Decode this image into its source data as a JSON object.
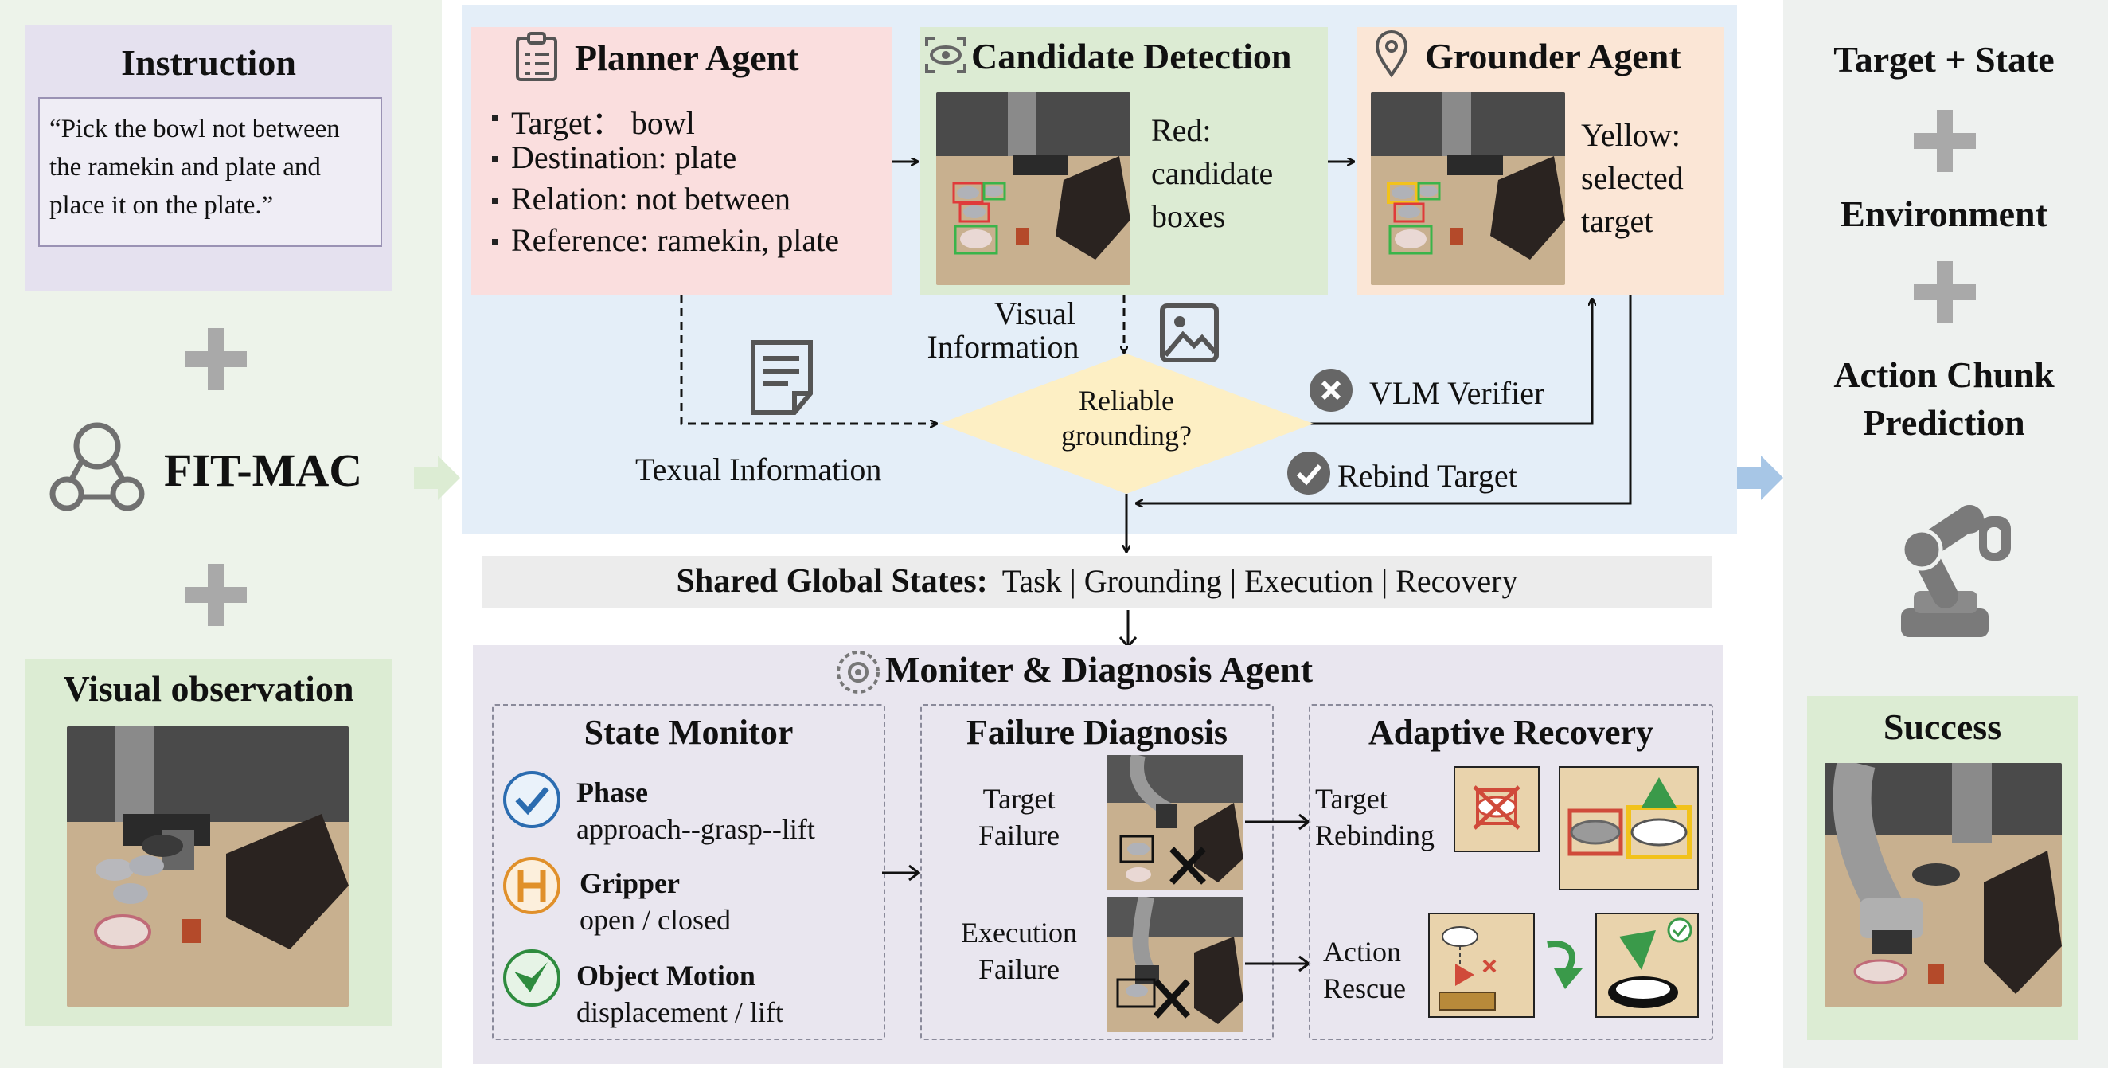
{
  "left": {
    "instruction_title": "Instruction",
    "instruction_text": [
      "“Pick the bowl not between",
      "the ramekin and plate and",
      "place it on the plate.”"
    ],
    "brand": "FIT-MAC",
    "visual_title": "Visual observation"
  },
  "top": {
    "planner": {
      "title": "Planner Agent",
      "items": [
        "Target：  bowl",
        "Destination: plate",
        "Relation: not between",
        "Reference: ramekin, plate"
      ]
    },
    "detection": {
      "title": "Candidate Detection",
      "caption": [
        "Red:",
        "candidate",
        "boxes"
      ]
    },
    "grounder": {
      "title": "Grounder Agent",
      "caption": [
        "Yellow:",
        "selected",
        "target"
      ]
    },
    "visual_info": [
      "Visual",
      "Information"
    ],
    "textual_info": "Texual Information",
    "decision": [
      "Reliable",
      "grounding?"
    ],
    "vlm_verifier": "VLM Verifier",
    "rebind_target": "Rebind Target"
  },
  "shared": {
    "label": "Shared Global States:",
    "states": "Task | Grounding | Execution | Recovery"
  },
  "monitor": {
    "title": "Moniter & Diagnosis Agent",
    "state_monitor": {
      "title": "State Monitor",
      "items": [
        {
          "name": "Phase",
          "desc": "approach--grasp--lift",
          "icon": "check-circle-icon",
          "color": "#2b6cb0"
        },
        {
          "name": "Gripper",
          "desc": "open / closed",
          "icon": "gripper-h-icon",
          "color": "#e0902a"
        },
        {
          "name": "Object Motion",
          "desc": "displacement / lift",
          "icon": "check-arrow-icon",
          "color": "#2e8b3e"
        }
      ]
    },
    "failure": {
      "title": "Failure Diagnosis",
      "target": [
        "Target",
        "Failure"
      ],
      "execution": [
        "Execution",
        "Failure"
      ]
    },
    "recovery": {
      "title": "Adaptive Recovery",
      "rebinding": [
        "Target",
        "Rebinding"
      ],
      "rescue": [
        "Action",
        "Rescue"
      ]
    }
  },
  "right": {
    "target_state": "Target + State",
    "environment": "Environment",
    "action_chunk": [
      "Action Chunk",
      "Prediction"
    ],
    "success": "Success"
  },
  "colors": {
    "planner_bg": "#fadede",
    "detection_bg": "#dcebd3",
    "grounder_bg": "#fbe6d6",
    "top_bg": "#e4eef8",
    "monitor_bg": "#e9e6ef",
    "decision_fill": "#fdefc4",
    "candidate_box": "#e03a3a",
    "selected_box": "#f2c21b"
  }
}
